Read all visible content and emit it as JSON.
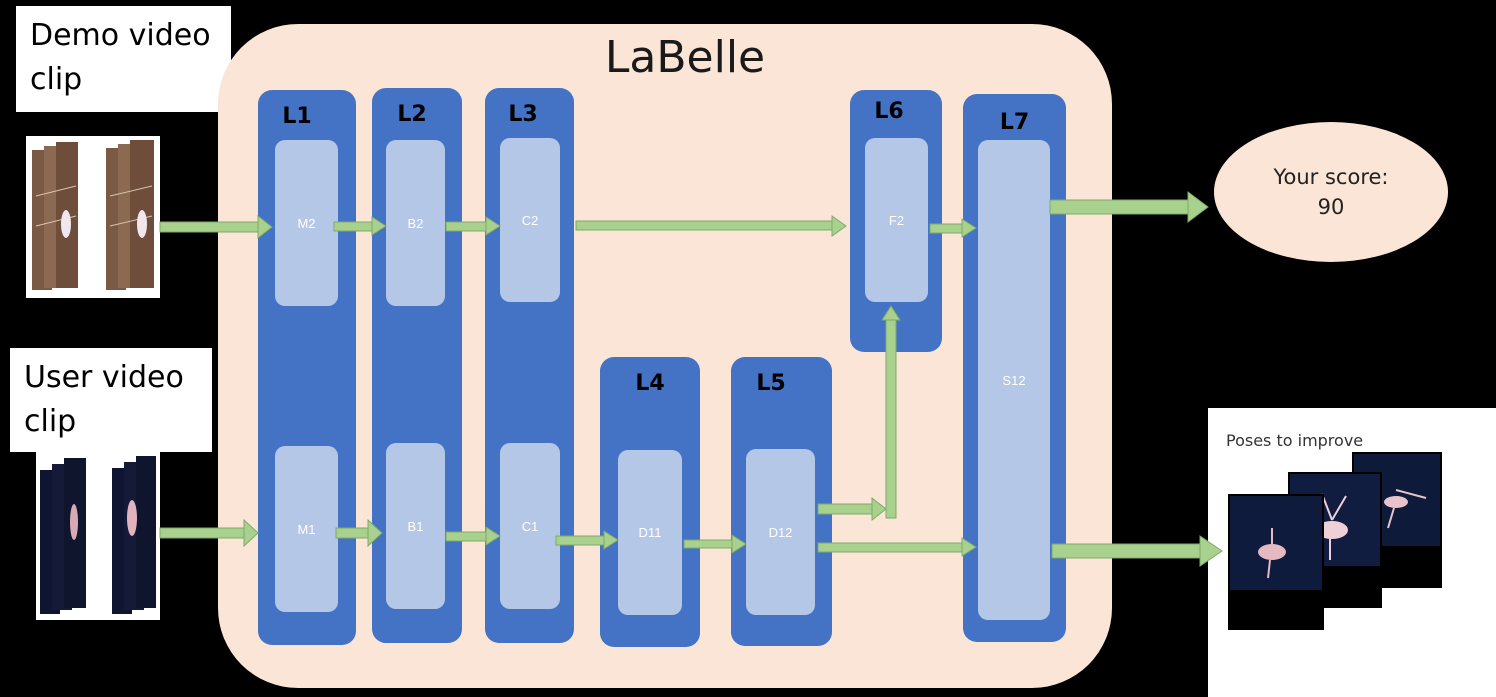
{
  "title": "LaBelle",
  "inputs": {
    "demo_label": "Demo video clip",
    "user_label": "User video clip"
  },
  "layers": [
    {
      "id": "L1",
      "label": "L1",
      "modules": [
        "M2",
        "M1"
      ]
    },
    {
      "id": "L2",
      "label": "L2",
      "modules": [
        "B2",
        "B1"
      ]
    },
    {
      "id": "L3",
      "label": "L3",
      "modules": [
        "C2",
        "C1"
      ]
    },
    {
      "id": "L4",
      "label": "L4",
      "modules": [
        "D11"
      ]
    },
    {
      "id": "L5",
      "label": "L5",
      "modules": [
        "D12"
      ]
    },
    {
      "id": "L6",
      "label": "L6",
      "modules": [
        "F2"
      ]
    },
    {
      "id": "L7",
      "label": "L7",
      "modules": [
        "S12"
      ]
    }
  ],
  "outputs": {
    "score_label": "Your score:",
    "score_value": "90",
    "poses_title": "Poses to improve"
  },
  "colors": {
    "background": "#000000",
    "panel": "#fbe5d6",
    "layer": "#4472c4",
    "module": "#b4c7e7",
    "arrow": "#a9d18e"
  }
}
